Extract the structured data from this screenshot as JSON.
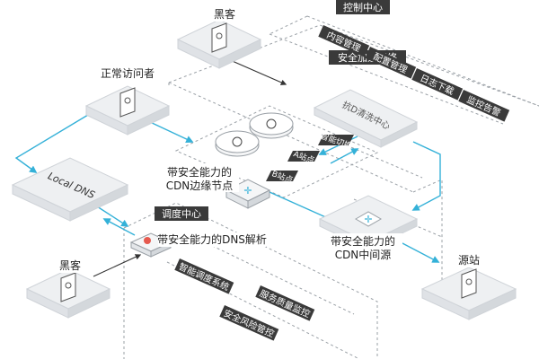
{
  "nodes": {
    "hacker_top": "黑客",
    "normal_visitor": "正常访问者",
    "local_dns": "Local DNS",
    "hacker_bottom": "黑客",
    "edge_node": "带安全能力的\nCDN边缘节点",
    "edge_a": "A站点",
    "edge_b": "B站点",
    "dns_resolve": "带安全能力的DNS解析",
    "mid_source": "带安全能力的\nCDN中间源",
    "origin": "源站",
    "scrub_center": "抗D清洗中心",
    "smart_switch": "智能切换"
  },
  "sections": {
    "control_center": {
      "title": "控制中心",
      "items": [
        "内容管理",
        "配置管理",
        "日志下载",
        "监控告警"
      ]
    },
    "security_network": {
      "title": "安全加速网络"
    },
    "dispatch_center": {
      "title": "调度中心",
      "items": [
        "智能调度系统",
        "服务质量监控",
        "安全风险管控"
      ]
    }
  },
  "colors": {
    "flow_arrow": "#34b1d8",
    "label_dark": "#3a3a3a",
    "box_face": "#eef0f2",
    "box_side": "#d4d8dc",
    "dashed": "#9aa0a6"
  }
}
